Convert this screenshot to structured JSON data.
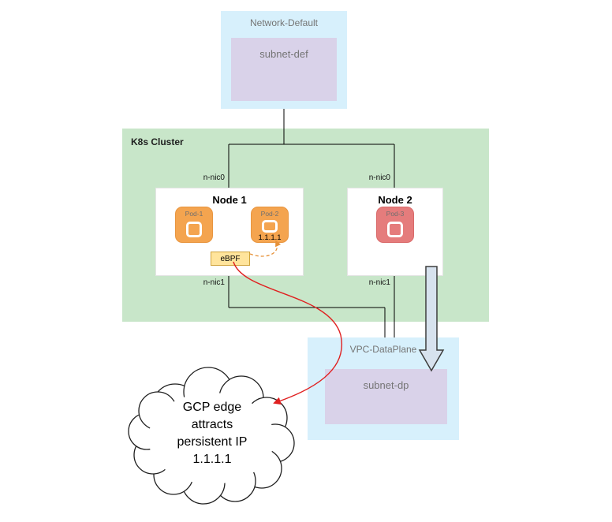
{
  "colors": {
    "blue-box": "#d7f0fc",
    "purple-box": "#d9d2e9",
    "green-box": "#c8e6c9",
    "orange-pod": "#f4a44f",
    "red-pod": "#e57c7c",
    "ebpf-fill": "#ffe49c",
    "ebpf-border": "#cfa33c",
    "label-gray": "#757575",
    "line-color": "#000000",
    "red-arrow": "#e02020",
    "dashed-arrow": "#e69138",
    "block-arrow-fill": "#d7e2ee",
    "block-arrow-border": "#3d3d3d"
  },
  "network_default": {
    "title": "Network-Default",
    "subnet_label": "subnet-def"
  },
  "k8s_cluster": {
    "title": "K8s Cluster",
    "node1": {
      "title": "Node 1",
      "pod1_label": "Pod-1",
      "pod2_label": "Pod-2",
      "pod2_ip": "1.1.1.1",
      "ebpf_label": "eBPF",
      "nic_top": "n-nic0",
      "nic_bottom": "n-nic1"
    },
    "node2": {
      "title": "Node 2",
      "pod3_label": "Pod-3",
      "nic_top": "n-nic0",
      "nic_bottom": "n-nic1"
    }
  },
  "vpc_dataplane": {
    "title": "VPC-DataPlane",
    "subnet_label": "subnet-dp"
  },
  "cloud_note": {
    "line1": "GCP edge",
    "line2": "attracts",
    "line3": "persistent IP",
    "line4": "1.1.1.1"
  }
}
